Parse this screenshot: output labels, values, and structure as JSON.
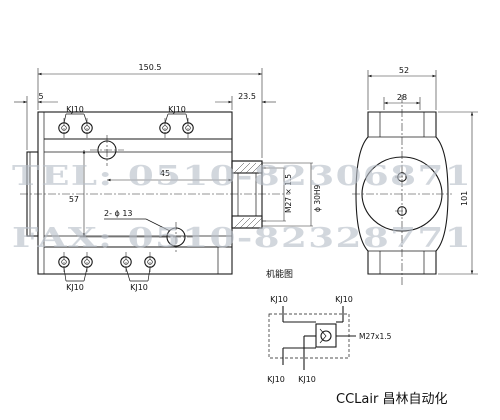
{
  "watermark": {
    "tel": "TEL: 0510-82306871",
    "fax": "FAX: 0510-82328771"
  },
  "dimensions": {
    "overall_length": "150.5",
    "left_offset": "5",
    "right_offset": "23.5",
    "port_distance": "45",
    "hole_spacing": "57",
    "holes": "2- ϕ 13",
    "port_thread": "M27 × 1.5",
    "bore": "ϕ 30H9",
    "side_width": "52",
    "side_inner": "28",
    "side_height": "101"
  },
  "ports": {
    "top_left": "KJ10",
    "top_mid": "KJ10",
    "bottom_left": "KJ10",
    "bottom_mid": "KJ10"
  },
  "schematic": {
    "title": "机能图",
    "top_left": "KJ10",
    "top_right": "KJ10",
    "bottom_left": "KJ10",
    "bottom_mid": "KJ10",
    "thread": "M27x1.5"
  },
  "brand": "CCLair 昌林自动化"
}
